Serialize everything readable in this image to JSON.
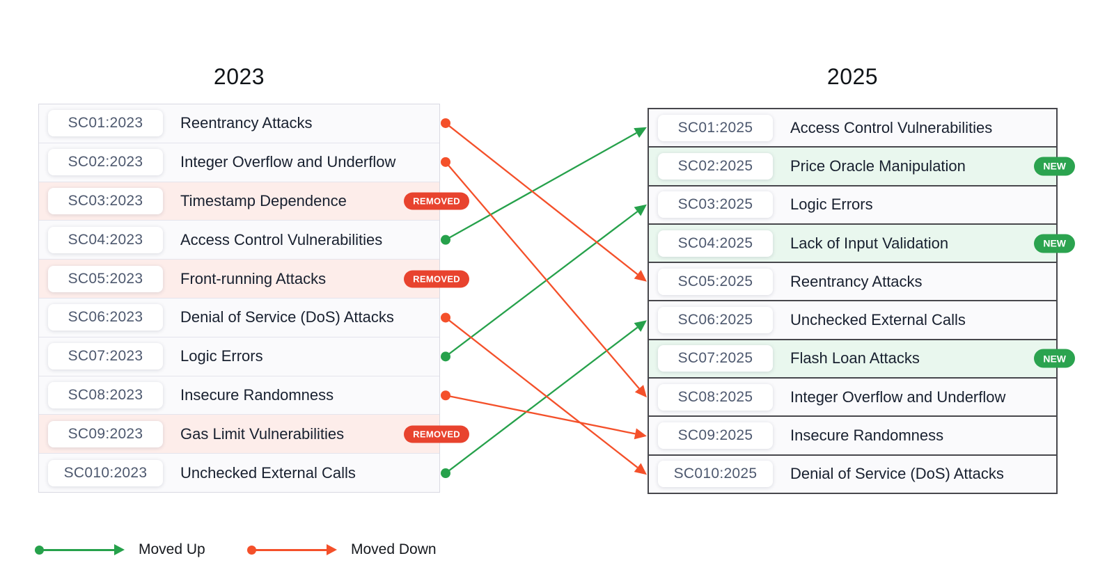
{
  "badges": {
    "removed": "REMOVED",
    "new": "NEW"
  },
  "tables": {
    "left": {
      "title": "2023",
      "rows": [
        {
          "code": "SC01:2023",
          "name": "Reentrancy Attacks",
          "status": "normal"
        },
        {
          "code": "SC02:2023",
          "name": "Integer Overflow and Underflow",
          "status": "normal"
        },
        {
          "code": "SC03:2023",
          "name": "Timestamp Dependence",
          "status": "removed"
        },
        {
          "code": "SC04:2023",
          "name": "Access Control Vulnerabilities",
          "status": "normal"
        },
        {
          "code": "SC05:2023",
          "name": "Front-running Attacks",
          "status": "removed"
        },
        {
          "code": "SC06:2023",
          "name": "Denial of Service (DoS) Attacks",
          "status": "normal"
        },
        {
          "code": "SC07:2023",
          "name": "Logic Errors",
          "status": "normal"
        },
        {
          "code": "SC08:2023",
          "name": "Insecure Randomness",
          "status": "normal"
        },
        {
          "code": "SC09:2023",
          "name": "Gas Limit Vulnerabilities",
          "status": "removed"
        },
        {
          "code": "SC010:2023",
          "name": "Unchecked External Calls",
          "status": "normal"
        }
      ]
    },
    "right": {
      "title": "2025",
      "rows": [
        {
          "code": "SC01:2025",
          "name": "Access Control Vulnerabilities",
          "status": "normal"
        },
        {
          "code": "SC02:2025",
          "name": "Price Oracle Manipulation",
          "status": "new"
        },
        {
          "code": "SC03:2025",
          "name": "Logic Errors",
          "status": "normal"
        },
        {
          "code": "SC04:2025",
          "name": "Lack of Input Validation",
          "status": "new"
        },
        {
          "code": "SC05:2025",
          "name": "Reentrancy Attacks",
          "status": "normal"
        },
        {
          "code": "SC06:2025",
          "name": "Unchecked External Calls",
          "status": "normal"
        },
        {
          "code": "SC07:2025",
          "name": "Flash Loan Attacks",
          "status": "new"
        },
        {
          "code": "SC08:2025",
          "name": "Integer Overflow and Underflow",
          "status": "normal"
        },
        {
          "code": "SC09:2025",
          "name": "Insecure Randomness",
          "status": "normal"
        },
        {
          "code": "SC010:2025",
          "name": "Denial of Service (DoS) Attacks",
          "status": "normal"
        }
      ]
    }
  },
  "arrows": [
    {
      "from": "SC04:2023",
      "to": "SC01:2025",
      "direction": "up"
    },
    {
      "from": "SC07:2023",
      "to": "SC03:2025",
      "direction": "up"
    },
    {
      "from": "SC010:2023",
      "to": "SC06:2025",
      "direction": "up"
    },
    {
      "from": "SC01:2023",
      "to": "SC05:2025",
      "direction": "down"
    },
    {
      "from": "SC02:2023",
      "to": "SC08:2025",
      "direction": "down"
    },
    {
      "from": "SC06:2023",
      "to": "SC010:2025",
      "direction": "down"
    },
    {
      "from": "SC08:2023",
      "to": "SC09:2025",
      "direction": "down"
    }
  ],
  "legend": [
    {
      "label": "Moved Up",
      "direction": "up"
    },
    {
      "label": "Moved Down",
      "direction": "down"
    }
  ],
  "colors": {
    "moved_up": "#26a14b",
    "moved_down": "#f4502a",
    "removed_badge": "#e8432e",
    "new_badge": "#2ba34f",
    "removed_row_bg": "#fdedea",
    "new_row_bg": "#e9f7ee",
    "normal_row_bg": "#fafafc"
  }
}
